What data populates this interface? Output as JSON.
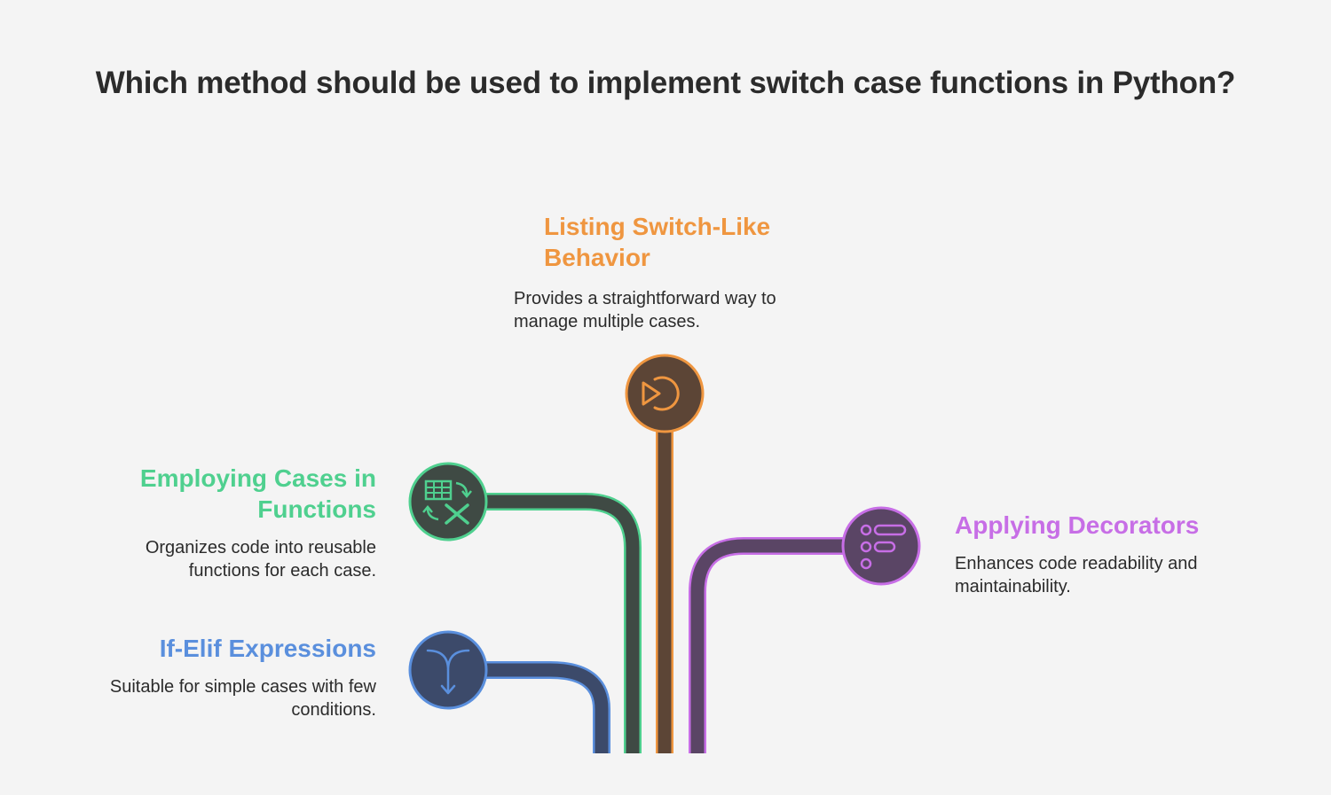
{
  "title": "Which method should be used to implement switch case functions in Python?",
  "colors": {
    "background": "#f4f4f4",
    "orange": "#ef9640",
    "green": "#4fd08f",
    "purple": "#c76ee6",
    "blue": "#5a8fdd"
  },
  "items": [
    {
      "id": "listing",
      "title": "Listing Switch-Like Behavior",
      "description": "Provides a straightforward way to manage multiple cases.",
      "icon": "replay-icon",
      "color": "#ef9640"
    },
    {
      "id": "functions",
      "title": "Employing Cases in Functions",
      "description": "Organizes code into reusable functions for each case.",
      "icon": "spreadsheet-function-icon",
      "color": "#4fd08f"
    },
    {
      "id": "decorators",
      "title": "Applying Decorators",
      "description": "Enhances code readability and maintainability.",
      "icon": "list-icon",
      "color": "#c76ee6"
    },
    {
      "id": "ifelif",
      "title": "If-Elif Expressions",
      "description": "Suitable for simple cases with few conditions.",
      "icon": "branch-merge-icon",
      "color": "#5a8fdd"
    }
  ]
}
